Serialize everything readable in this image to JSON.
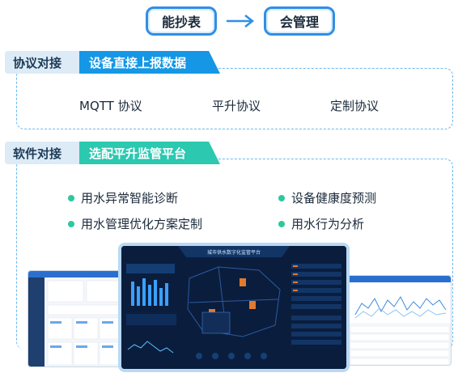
{
  "flow": {
    "from": "能抄表",
    "to": "会管理"
  },
  "section1": {
    "tag": "协议对接",
    "subtitle": "设备直接上报数据",
    "protocols": [
      "MQTT 协议",
      "平升协议",
      "定制协议"
    ]
  },
  "section2": {
    "tag": "软件对接",
    "subtitle": "选配平升监管平台",
    "features": [
      "用水异常智能诊断",
      "设备健康度预测",
      "用水管理优化方案定制",
      "用水行为分析"
    ]
  },
  "dashboard": {
    "title": "城市供水数字化监管平台"
  },
  "colors": {
    "blue": "#1597e6",
    "teal": "#2cc8b0",
    "dashed": "#6ab8ef",
    "dark_screen": "#0b1d3d"
  }
}
